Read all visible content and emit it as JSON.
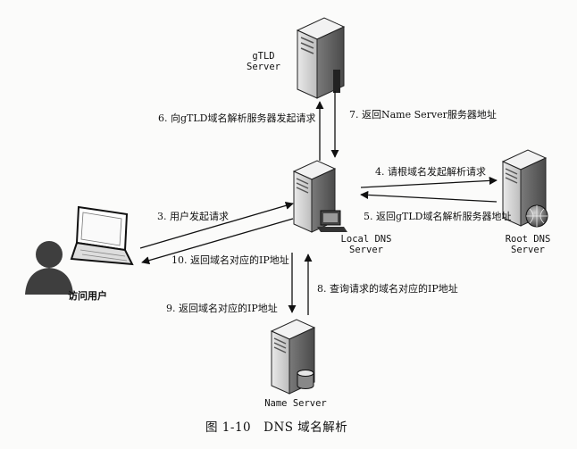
{
  "nodes": {
    "gtld": {
      "name": "gTLD\nServer",
      "icon": "server-icon"
    },
    "local_dns": {
      "name": "Local DNS\nServer",
      "icon": "server-with-computer-icon"
    },
    "root_dns": {
      "name": "Root DNS\nServer",
      "icon": "server-with-globe-icon"
    },
    "name_server": {
      "name": "Name Server",
      "icon": "database-server-icon"
    },
    "user": {
      "name": "访问用户",
      "icon": "user-with-laptop-icon"
    }
  },
  "steps": {
    "s3": "3. 用户发起请求",
    "s4": "4. 请根域名发起解析请求",
    "s5": "5. 返回gTLD域名解析服务器地址",
    "s6": "6. 向gTLD域名解析服务器发起请求",
    "s7": "7. 返回Name Server服务器地址",
    "s8": "8. 查询请求的域名对应的IP地址",
    "s9": "9. 返回域名对应的IP地址",
    "s10": "10. 返回域名对应的IP地址"
  },
  "caption": "图 1-10　DNS 域名解析"
}
